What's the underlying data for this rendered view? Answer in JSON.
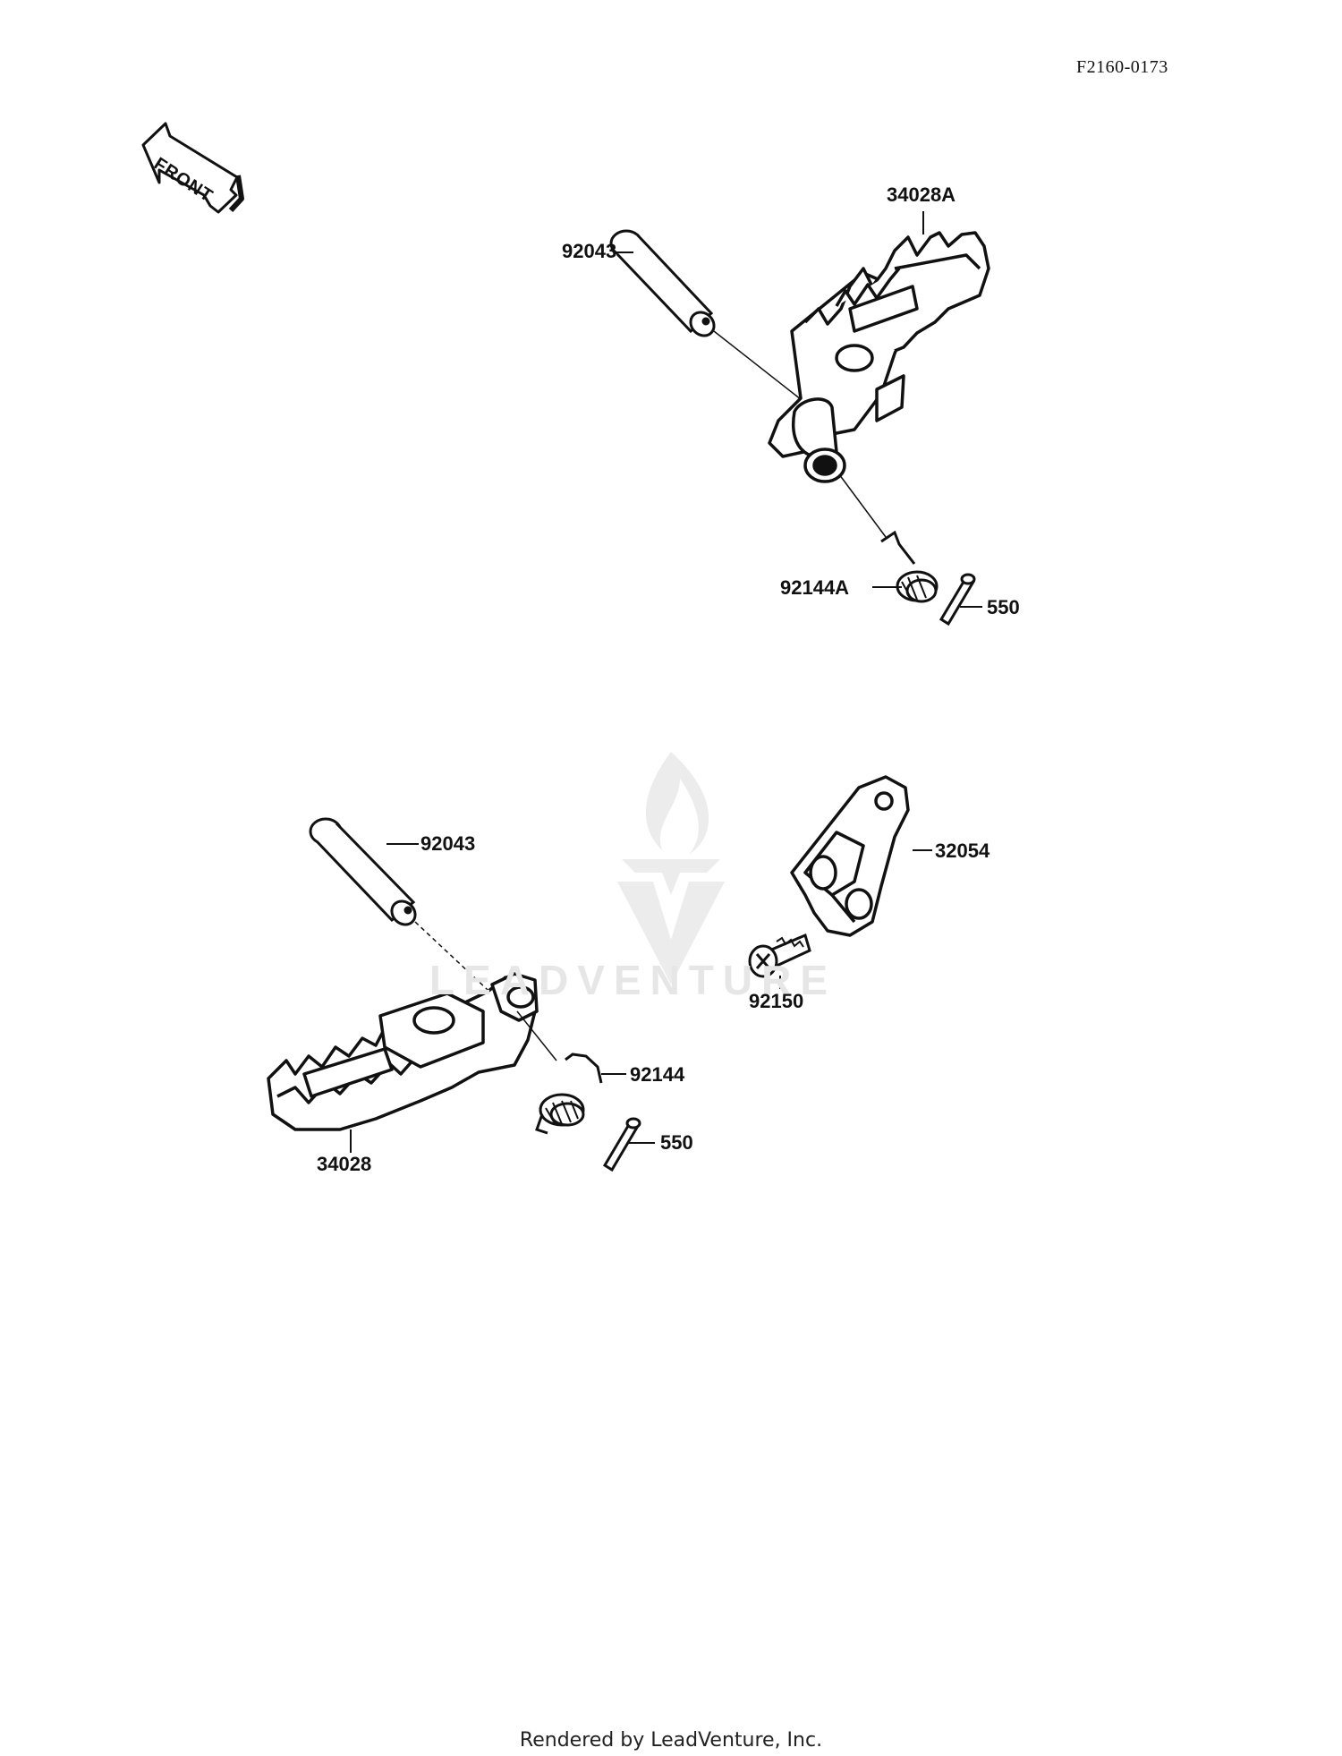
{
  "figure_code": "F2160-0173",
  "front_marker": "FRONT",
  "watermark": "LEADVENTURE",
  "footer": "Rendered by LeadVenture, Inc.",
  "parts": {
    "upper_footpeg": "34028A",
    "upper_pin": "92043",
    "upper_spring": "92144A",
    "upper_cotter_pin": "550",
    "lower_pin": "92043",
    "lower_footpeg": "34028",
    "lower_spring": "92144",
    "lower_cotter_pin": "550",
    "bracket": "32054",
    "bolt": "92150"
  }
}
